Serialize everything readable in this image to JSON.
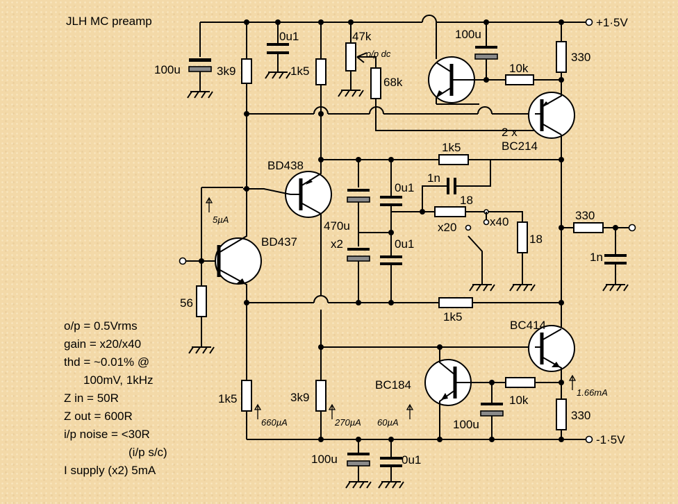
{
  "title": "JLH MC preamp",
  "rails": {
    "positive": "+1·5V",
    "negative": "-1·5V"
  },
  "components": {
    "c_in_bypass": "100u",
    "c_0u1_top": "0u1",
    "r_3k9_top": "3k9",
    "r_1k5_top": "1k5",
    "pot_47k": "47k",
    "op_dc": "o/p dc",
    "r_68k": "68k",
    "c_100u_top": "100u",
    "r_10k_top": "10k",
    "r_330_top": "330",
    "q_bc214": "2 x\nBC214",
    "q_bd438": "BD438",
    "r_1k5_fb": "1k5",
    "c_1n_fb": "1n",
    "c_0u1_mid": "0u1",
    "r_18_series": "18",
    "c_470u": "470u",
    "x2": "x2",
    "sel_x20": "x20",
    "sel_x40": "x40",
    "r_18_shunt": "18",
    "c_0u1_low": "0u1",
    "r_330_out": "330",
    "c_1n_out": "1n",
    "q_bd437": "BD437",
    "bias_5": "5µA",
    "r_56": "56",
    "r_1k5_mid": "1k5",
    "q_bc414": "BC414",
    "q_bc184": "BC184",
    "r_1k5_bot": "1k5",
    "bias_660": "660µA",
    "r_3k9_bot": "3k9",
    "bias_270": "270µA",
    "bias_60": "60µA",
    "r_10k_bot": "10k",
    "c_100u_bot": "100u",
    "bias_166": "1.66mA",
    "r_330_bot": "330",
    "c_100u_gnd": "100u",
    "c_0u1_gnd": "0u1"
  },
  "notes": [
    "o/p = 0.5Vrms",
    "gain = x20/x40",
    "thd = ~0.01% @",
    "100mV, 1kHz",
    "Z in = 50R",
    "Z out = 600R",
    "i/p noise = <30R",
    "(i/p s/c)",
    "I supply (x2) 5mA"
  ]
}
